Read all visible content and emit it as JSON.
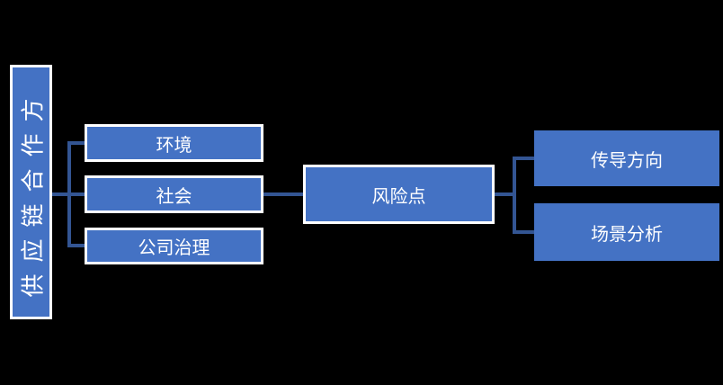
{
  "diagram": {
    "background_color": "#000000",
    "node_fill_color": "#4472C4",
    "node_outline_color": "#FFFFFF",
    "connector_color": "#335593",
    "text_color": "#FFFFFF",
    "root_node": {
      "label": "供应链合作方"
    },
    "category_nodes": [
      {
        "label": "环境"
      },
      {
        "label": "社会"
      },
      {
        "label": "公司治理"
      }
    ],
    "center_node": {
      "label": "风险点"
    },
    "outcome_nodes": [
      {
        "label": "传导方向"
      },
      {
        "label": "场景分析"
      }
    ]
  }
}
